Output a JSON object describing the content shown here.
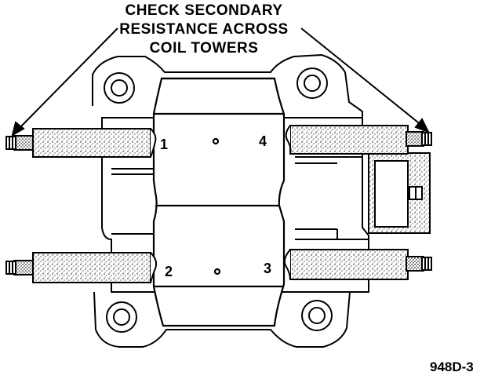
{
  "caption": {
    "line1": "CHECK SECONDARY",
    "line2": "RESISTANCE ACROSS",
    "line3": "COIL TOWERS"
  },
  "towers": [
    "1",
    "4",
    "2",
    "3"
  ],
  "figure_id": "948D-3"
}
